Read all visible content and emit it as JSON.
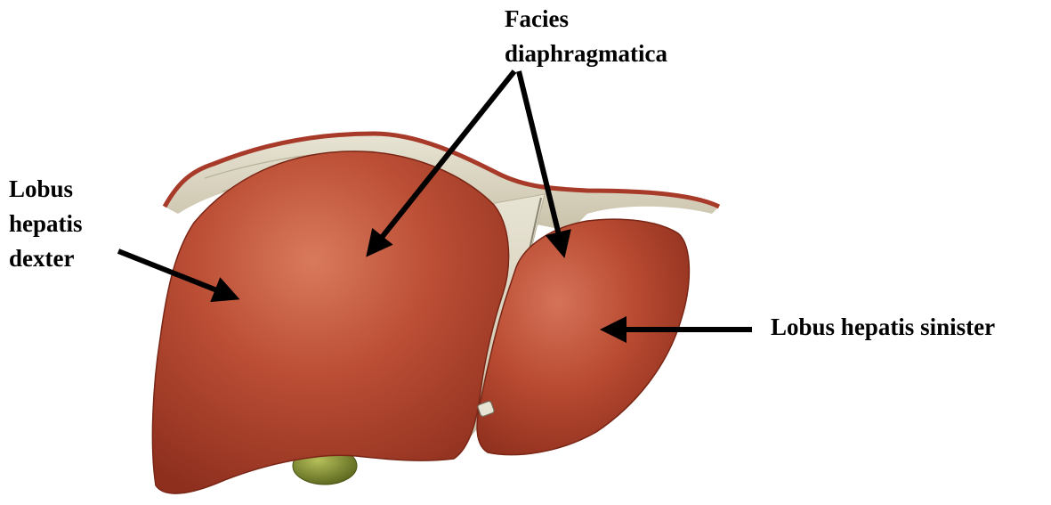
{
  "labels": {
    "lobus_dexter": [
      "Lobus",
      "hepatis",
      "dexter"
    ],
    "facies": [
      "Facies",
      "diaphragmatica"
    ],
    "lobus_sinister": [
      "Lobus hepatis sinister"
    ]
  },
  "colors": {
    "liver": "#b4452e",
    "liver_dark": "#8e2f1e",
    "liver_highlight": "#d97a5c",
    "ligament": "#ddd8c6",
    "ligament_shadow": "#b9b29a",
    "diaphragm_edge": "#a83a2a",
    "gallbladder": "#7d8a2c",
    "arrow": "#000000"
  }
}
